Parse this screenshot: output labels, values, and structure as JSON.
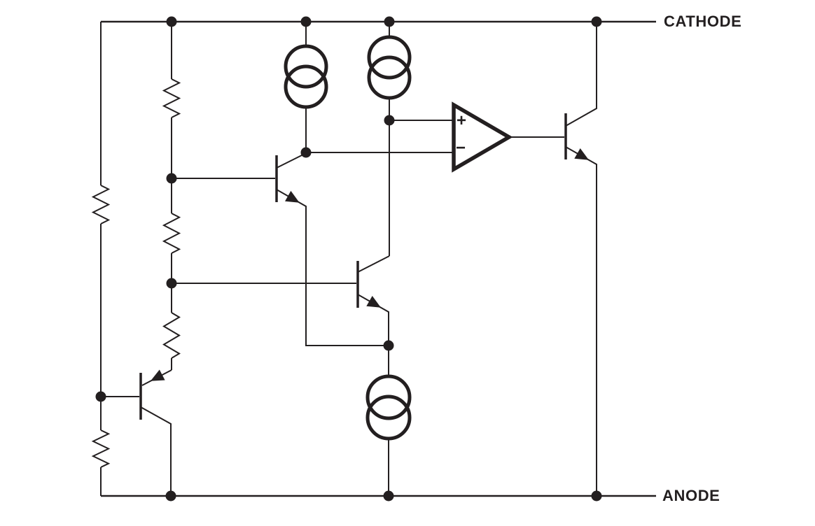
{
  "page": {
    "colors": {
      "ink": "#231f20",
      "background": "#ffffff"
    }
  },
  "schematic": {
    "terminals": [
      {
        "id": "cathode",
        "label": "CATHODE",
        "position": "top-right"
      },
      {
        "id": "anode",
        "label": "ANODE",
        "position": "bottom-right"
      }
    ],
    "amplifier": {
      "plus_label": "+",
      "minus_label": "−"
    },
    "component_inventory": {
      "resistors": 5,
      "current_sources": 3,
      "npn_transistors": 3,
      "pnp_transistors": 1,
      "amplifiers": 1,
      "junction_dots": 13
    }
  }
}
